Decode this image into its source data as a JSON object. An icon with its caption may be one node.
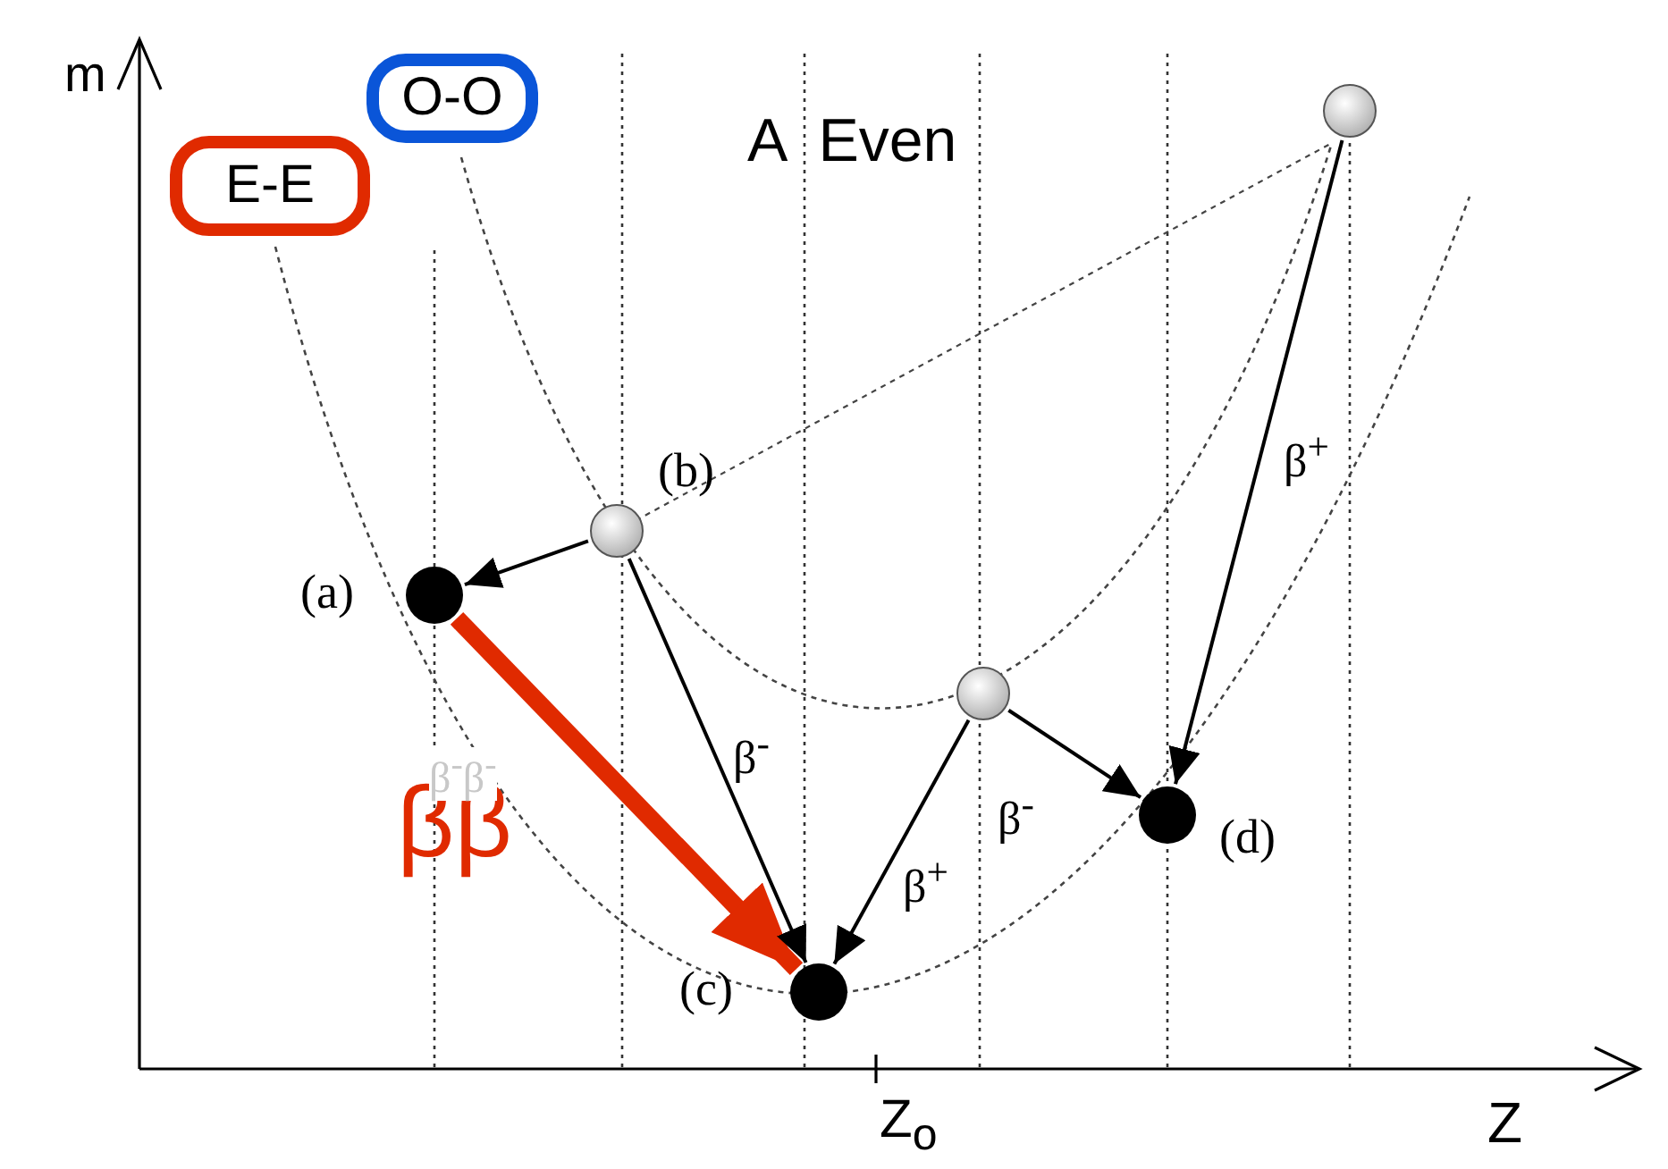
{
  "diagram": {
    "nodes": [
      {
        "text": [
          "E-E"
        ]
      },
      {
        "text": [
          "O-O"
        ]
      },
      {
        "text": [],
        "shape": "circle"
      },
      {
        "text": [],
        "shape": "circle",
        "beside": [
          "(b)"
        ]
      },
      {
        "text": [],
        "shape": "circle",
        "beside": [
          "(a)"
        ]
      },
      {
        "text": [],
        "shape": "circle"
      },
      {
        "text": [],
        "shape": "circle",
        "beside": [
          "(d)"
        ]
      },
      {
        "text": [],
        "shape": "circle",
        "beside": [
          "(c)"
        ]
      }
    ],
    "edges": [
      {
        "from": 3,
        "to": 4,
        "arrow": "to"
      },
      {
        "from": 4,
        "to": 7,
        "arrow": "to",
        "label": "ββ",
        "style": "thick",
        "color": "#e02a00"
      },
      {
        "from": 3,
        "to": 7,
        "arrow": "to",
        "label": "β$^{-}$"
      },
      {
        "from": 5,
        "to": 7,
        "arrow": "to",
        "label": "β$^{+}$"
      },
      {
        "from": 5,
        "to": 6,
        "arrow": "to",
        "label": "β$^{-}$"
      },
      {
        "from": 2,
        "to": 6,
        "arrow": "to",
        "label": "β$^{+}$"
      }
    ],
    "labels": [
      "m",
      "A  Even",
      "β$^{-}$β$^{-}$",
      "Z$_{o}$",
      "Z"
    ]
  }
}
